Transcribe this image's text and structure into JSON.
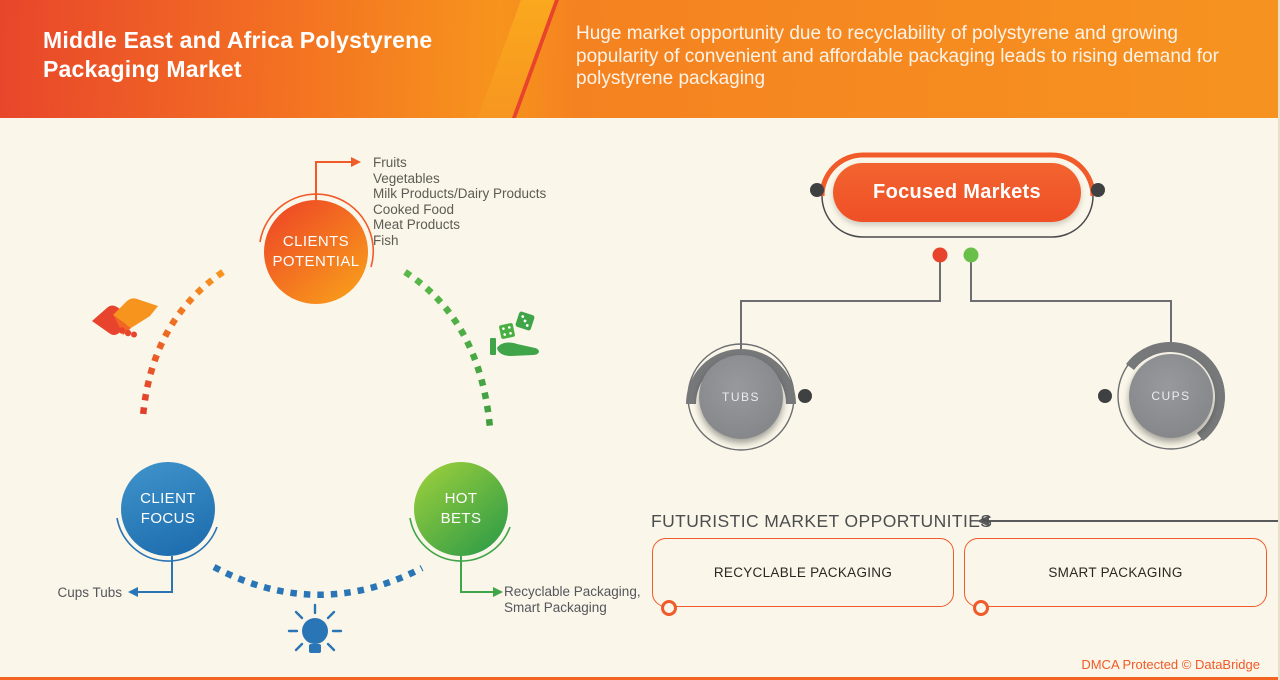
{
  "header": {
    "title_line1": "Middle East and Africa Polystyrene",
    "title_line2": "Packaging Market",
    "subtitle": "Huge market opportunity due to recyclability of polystyrene and growing popularity of convenient and affordable packaging leads to rising demand for polystyrene packaging"
  },
  "diagram": {
    "clients_potential": {
      "label_line1": "CLIENTS",
      "label_line2": "POTENTIAL",
      "items": [
        "Fruits",
        "Vegetables",
        "Milk Products/Dairy Products",
        "Cooked Food",
        "Meat Products",
        "Fish"
      ]
    },
    "client_focus": {
      "label_line1": "CLIENT",
      "label_line2": "FOCUS",
      "target": "Cups Tubs"
    },
    "hot_bets": {
      "label_line1": "HOT",
      "label_line2": "BETS",
      "target_line1": "Recyclable Packaging,",
      "target_line2": "Smart Packaging"
    }
  },
  "focused_markets": {
    "title": "Focused Markets",
    "nodes": [
      "TUBS",
      "CUPS"
    ]
  },
  "futuristic": {
    "heading": "FUTURISTIC MARKET OPPORTUNITIES",
    "boxes": [
      "RECYCLABLE PACKAGING",
      "SMART PACKAGING"
    ]
  },
  "footer": {
    "dmca": "DMCA Protected © DataBridge"
  },
  "icons": {
    "handshake-icon": "🤝",
    "dice-hand-icon": "🎲",
    "lightbulb-icon": "💡"
  },
  "colors": {
    "accent_orange": "#f15a29",
    "deep_red": "#e8432d",
    "blue": "#2a75b5",
    "green": "#3fa548",
    "gray_node": "#87898b",
    "red_dot": "#e8432d",
    "green_dot": "#6abf4b",
    "background": "#faf6e9"
  }
}
